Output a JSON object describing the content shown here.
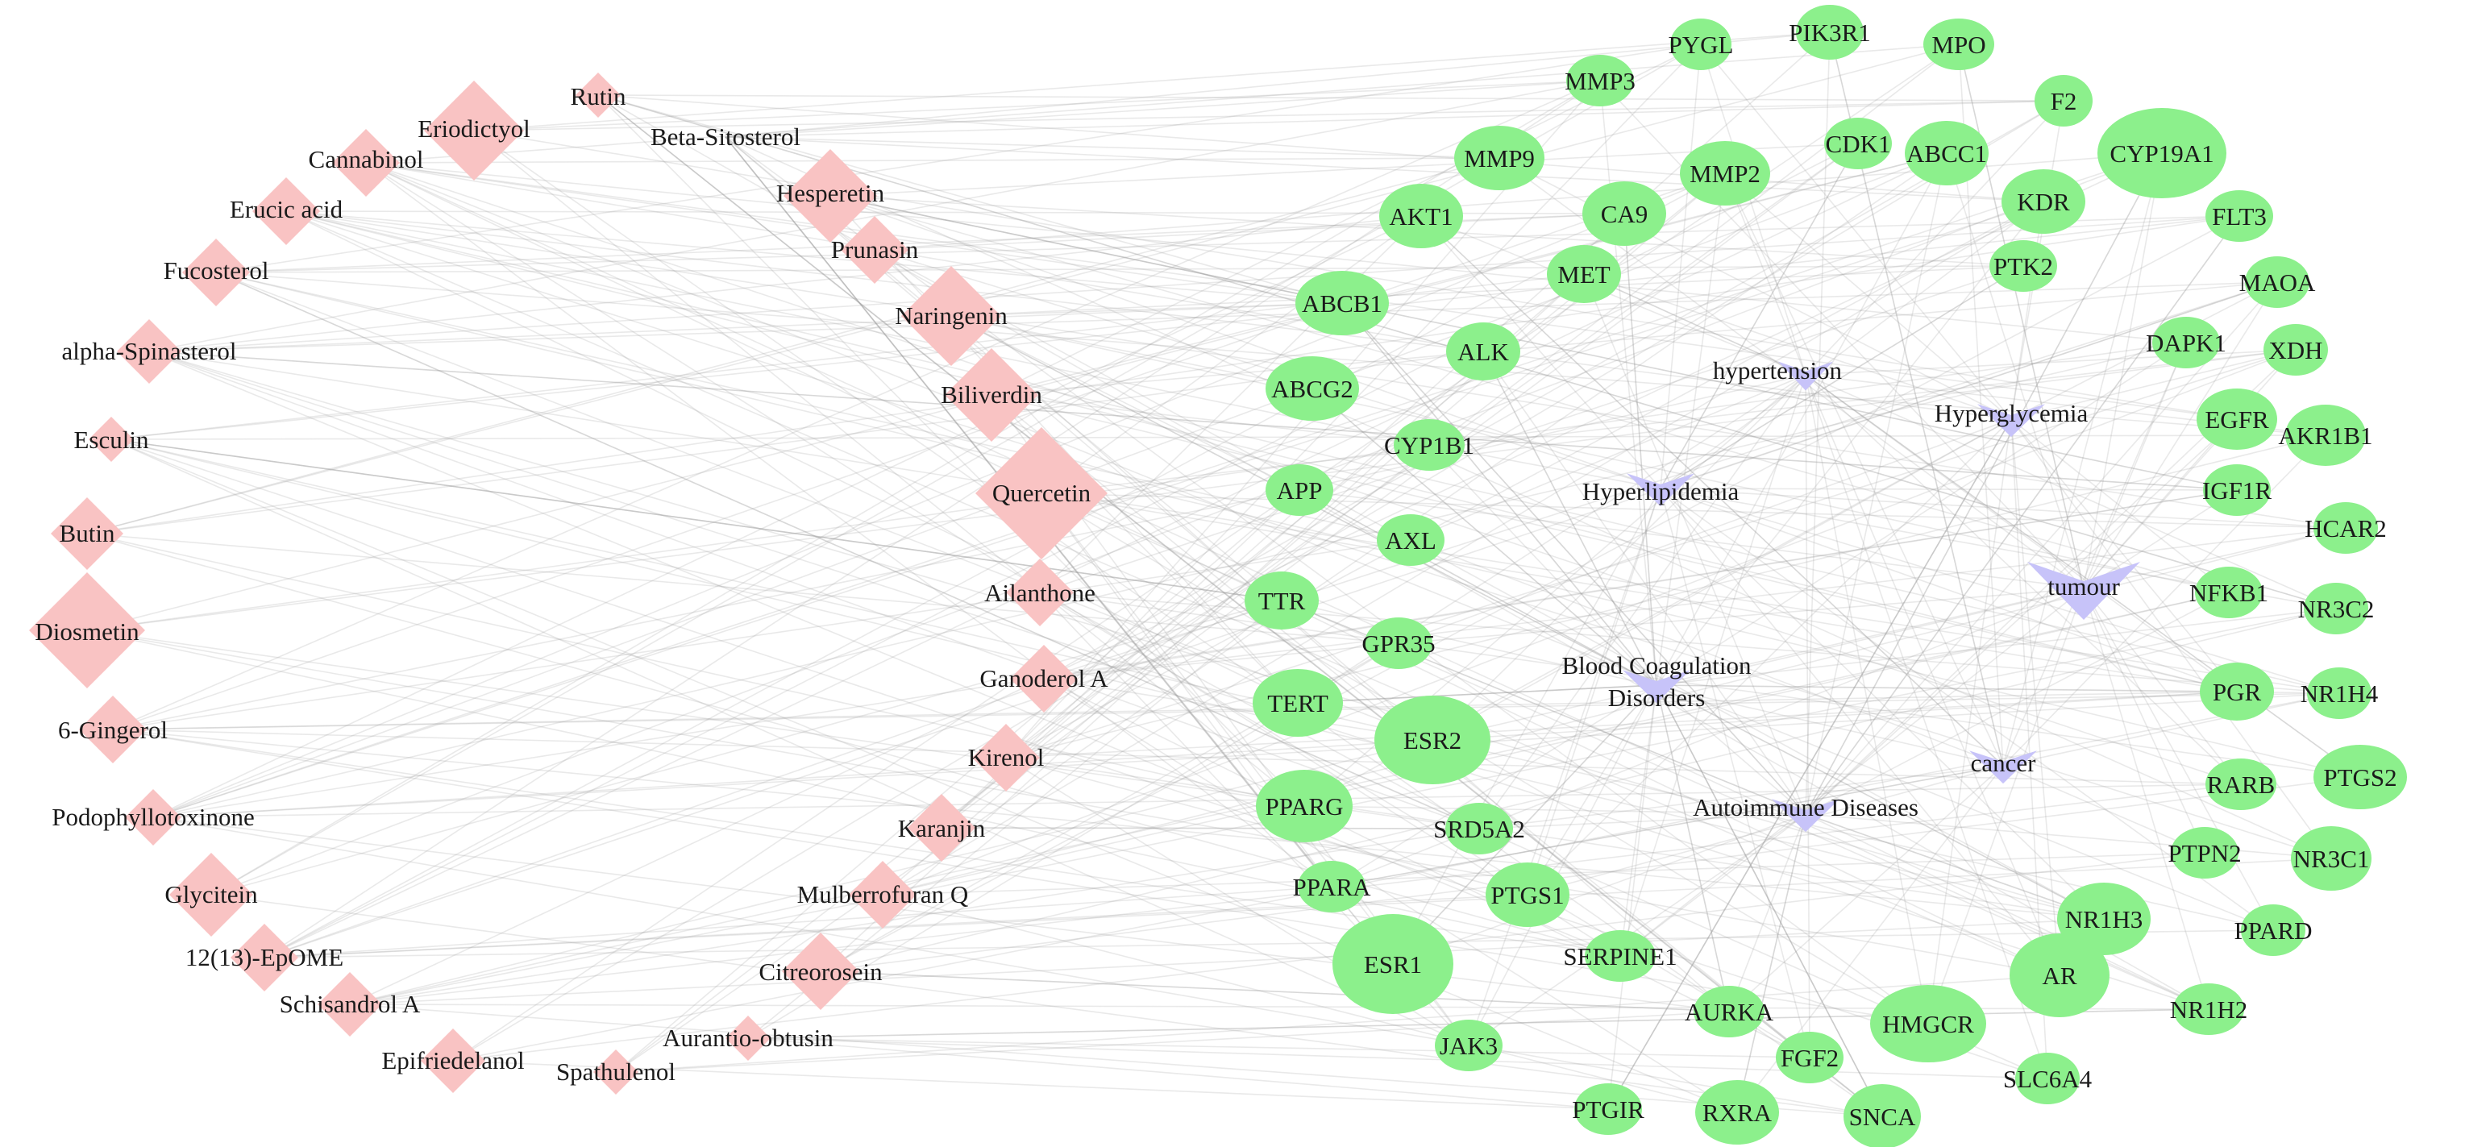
{
  "colors": {
    "compound": "#f9c3c3",
    "target": "#8cf08c",
    "disease": "#c7c3f9",
    "edge": "#9a9a9a",
    "label": "#1a1a1a"
  },
  "compounds": [
    {
      "id": "rutin",
      "label": "Rutin"
    },
    {
      "id": "eriodictyol",
      "label": "Eriodictyol"
    },
    {
      "id": "beta-sitosterol",
      "label": "Beta-Sitosterol"
    },
    {
      "id": "cannabinol",
      "label": "Cannabinol"
    },
    {
      "id": "erucic-acid",
      "label": "Erucic acid"
    },
    {
      "id": "hesperetin",
      "label": "Hesperetin"
    },
    {
      "id": "prunasin",
      "label": "Prunasin"
    },
    {
      "id": "fucosterol",
      "label": "Fucosterol"
    },
    {
      "id": "naringenin",
      "label": "Naringenin"
    },
    {
      "id": "alpha-spinasterol",
      "label": "alpha-Spinasterol"
    },
    {
      "id": "biliverdin",
      "label": "Biliverdin"
    },
    {
      "id": "esculin",
      "label": "Esculin"
    },
    {
      "id": "quercetin",
      "label": "Quercetin"
    },
    {
      "id": "butin",
      "label": "Butin"
    },
    {
      "id": "ailanthone",
      "label": "Ailanthone"
    },
    {
      "id": "diosmetin",
      "label": "Diosmetin"
    },
    {
      "id": "ganoderol-a",
      "label": "Ganoderol A"
    },
    {
      "id": "6-gingerol",
      "label": "6-Gingerol"
    },
    {
      "id": "kirenol",
      "label": "Kirenol"
    },
    {
      "id": "podophyllotoxinone",
      "label": "Podophyllotoxinone"
    },
    {
      "id": "karanjin",
      "label": "Karanjin"
    },
    {
      "id": "glycitein",
      "label": "Glycitein"
    },
    {
      "id": "mulberrofuran-q",
      "label": "Mulberrofuran Q"
    },
    {
      "id": "12-13-epome",
      "label": "12(13)-EpOME"
    },
    {
      "id": "citreorosein",
      "label": "Citreorosein"
    },
    {
      "id": "schisandrol-a",
      "label": "Schisandrol A"
    },
    {
      "id": "aurantio-obtusin",
      "label": "Aurantio-obtusin"
    },
    {
      "id": "epifriedelanol",
      "label": "Epifriedelanol"
    },
    {
      "id": "spathulenol",
      "label": "Spathulenol"
    }
  ],
  "targets": [
    {
      "id": "pygl",
      "label": "PYGL"
    },
    {
      "id": "pik3r1",
      "label": "PIK3R1"
    },
    {
      "id": "mpo",
      "label": "MPO"
    },
    {
      "id": "mmp3",
      "label": "MMP3"
    },
    {
      "id": "f2",
      "label": "F2"
    },
    {
      "id": "cdk1",
      "label": "CDK1"
    },
    {
      "id": "abcc1",
      "label": "ABCC1"
    },
    {
      "id": "cyp19a1",
      "label": "CYP19A1"
    },
    {
      "id": "mmp9",
      "label": "MMP9"
    },
    {
      "id": "mmp2",
      "label": "MMP2"
    },
    {
      "id": "akt1",
      "label": "AKT1"
    },
    {
      "id": "ca9",
      "label": "CA9"
    },
    {
      "id": "kdr",
      "label": "KDR"
    },
    {
      "id": "flt3",
      "label": "FLT3"
    },
    {
      "id": "ptk2",
      "label": "PTK2"
    },
    {
      "id": "met",
      "label": "MET"
    },
    {
      "id": "maoa",
      "label": "MAOA"
    },
    {
      "id": "abcb1",
      "label": "ABCB1"
    },
    {
      "id": "dapk1",
      "label": "DAPK1"
    },
    {
      "id": "xdh",
      "label": "XDH"
    },
    {
      "id": "alk",
      "label": "ALK"
    },
    {
      "id": "abcg2",
      "label": "ABCG2"
    },
    {
      "id": "egfr",
      "label": "EGFR"
    },
    {
      "id": "akr1b1",
      "label": "AKR1B1"
    },
    {
      "id": "cyp1b1",
      "label": "CYP1B1"
    },
    {
      "id": "app",
      "label": "APP"
    },
    {
      "id": "igf1r",
      "label": "IGF1R"
    },
    {
      "id": "hcar2",
      "label": "HCAR2"
    },
    {
      "id": "axl",
      "label": "AXL"
    },
    {
      "id": "ttr",
      "label": "TTR"
    },
    {
      "id": "nfkb1",
      "label": "NFKB1"
    },
    {
      "id": "nr3c2",
      "label": "NR3C2"
    },
    {
      "id": "gpr35",
      "label": "GPR35"
    },
    {
      "id": "tert",
      "label": "TERT"
    },
    {
      "id": "pgr",
      "label": "PGR"
    },
    {
      "id": "nr1h4",
      "label": "NR1H4"
    },
    {
      "id": "esr2",
      "label": "ESR2"
    },
    {
      "id": "ptgs2",
      "label": "PTGS2"
    },
    {
      "id": "rarb",
      "label": "RARB"
    },
    {
      "id": "pparg",
      "label": "PPARG"
    },
    {
      "id": "srd5a2",
      "label": "SRD5A2"
    },
    {
      "id": "ptpn2",
      "label": "PTPN2"
    },
    {
      "id": "nr3c1",
      "label": "NR3C1"
    },
    {
      "id": "ppara",
      "label": "PPARA"
    },
    {
      "id": "ptgs1",
      "label": "PTGS1"
    },
    {
      "id": "nr1h3",
      "label": "NR1H3"
    },
    {
      "id": "ppard",
      "label": "PPARD"
    },
    {
      "id": "esr1",
      "label": "ESR1"
    },
    {
      "id": "serpine1",
      "label": "SERPINE1"
    },
    {
      "id": "ar",
      "label": "AR"
    },
    {
      "id": "aurka",
      "label": "AURKA"
    },
    {
      "id": "nr1h2",
      "label": "NR1H2"
    },
    {
      "id": "hmgcr",
      "label": "HMGCR"
    },
    {
      "id": "jak3",
      "label": "JAK3"
    },
    {
      "id": "fgf2",
      "label": "FGF2"
    },
    {
      "id": "slc6a4",
      "label": "SLC6A4"
    },
    {
      "id": "ptgir",
      "label": "PTGIR"
    },
    {
      "id": "rxra",
      "label": "RXRA"
    },
    {
      "id": "snca",
      "label": "SNCA"
    }
  ],
  "diseases": [
    {
      "id": "hypertension",
      "label": "hypertension"
    },
    {
      "id": "hyperglycemia",
      "label": "Hyperglycemia"
    },
    {
      "id": "hyperlipidemia",
      "label": "Hyperlipidemia"
    },
    {
      "id": "tumour",
      "label": "tumour"
    },
    {
      "id": "blood-coagulation-disorders",
      "label": "Blood Coagulation",
      "label2": "Disorders"
    },
    {
      "id": "cancer",
      "label": "cancer"
    },
    {
      "id": "autoimmune-diseases",
      "label": "Autoimmune Diseases"
    }
  ]
}
